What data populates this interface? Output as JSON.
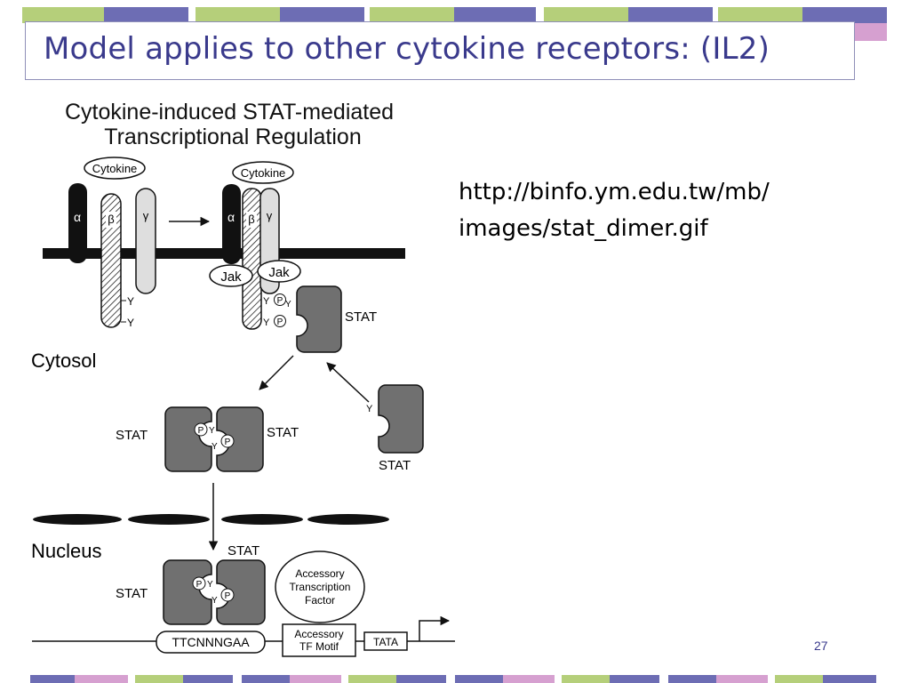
{
  "slide": {
    "title": "Model applies to other cytokine receptors: (IL2)",
    "url_line1": "http://binfo.ym.edu.tw/mb/",
    "url_line2": "images/stat_dimer.gif",
    "page_number": "27"
  },
  "diagram": {
    "heading_line1": "Cytokine-induced STAT-mediated",
    "heading_line2": "Transcriptional Regulation",
    "cytokine_label": "Cytokine",
    "alpha": "α",
    "beta": "β",
    "gamma": "γ",
    "jak": "Jak",
    "stat": "STAT",
    "y": "Y",
    "p": "P",
    "cytosol": "Cytosol",
    "nucleus": "Nucleus",
    "accessory_factor_line1": "Accessory",
    "accessory_factor_line2": "Transcription",
    "accessory_factor_line3": "Factor",
    "motif_sequence": "TTCNNNGAA",
    "accessory_motif_line1": "Accessory",
    "accessory_motif_line2": "TF Motif",
    "tata": "TATA"
  },
  "colors": {
    "title": "#3a3a8c",
    "band_green": "#b5cf7a",
    "band_blue": "#6d6db4",
    "band_pink": "#d6a0d0",
    "stat_fill": "#707070"
  }
}
